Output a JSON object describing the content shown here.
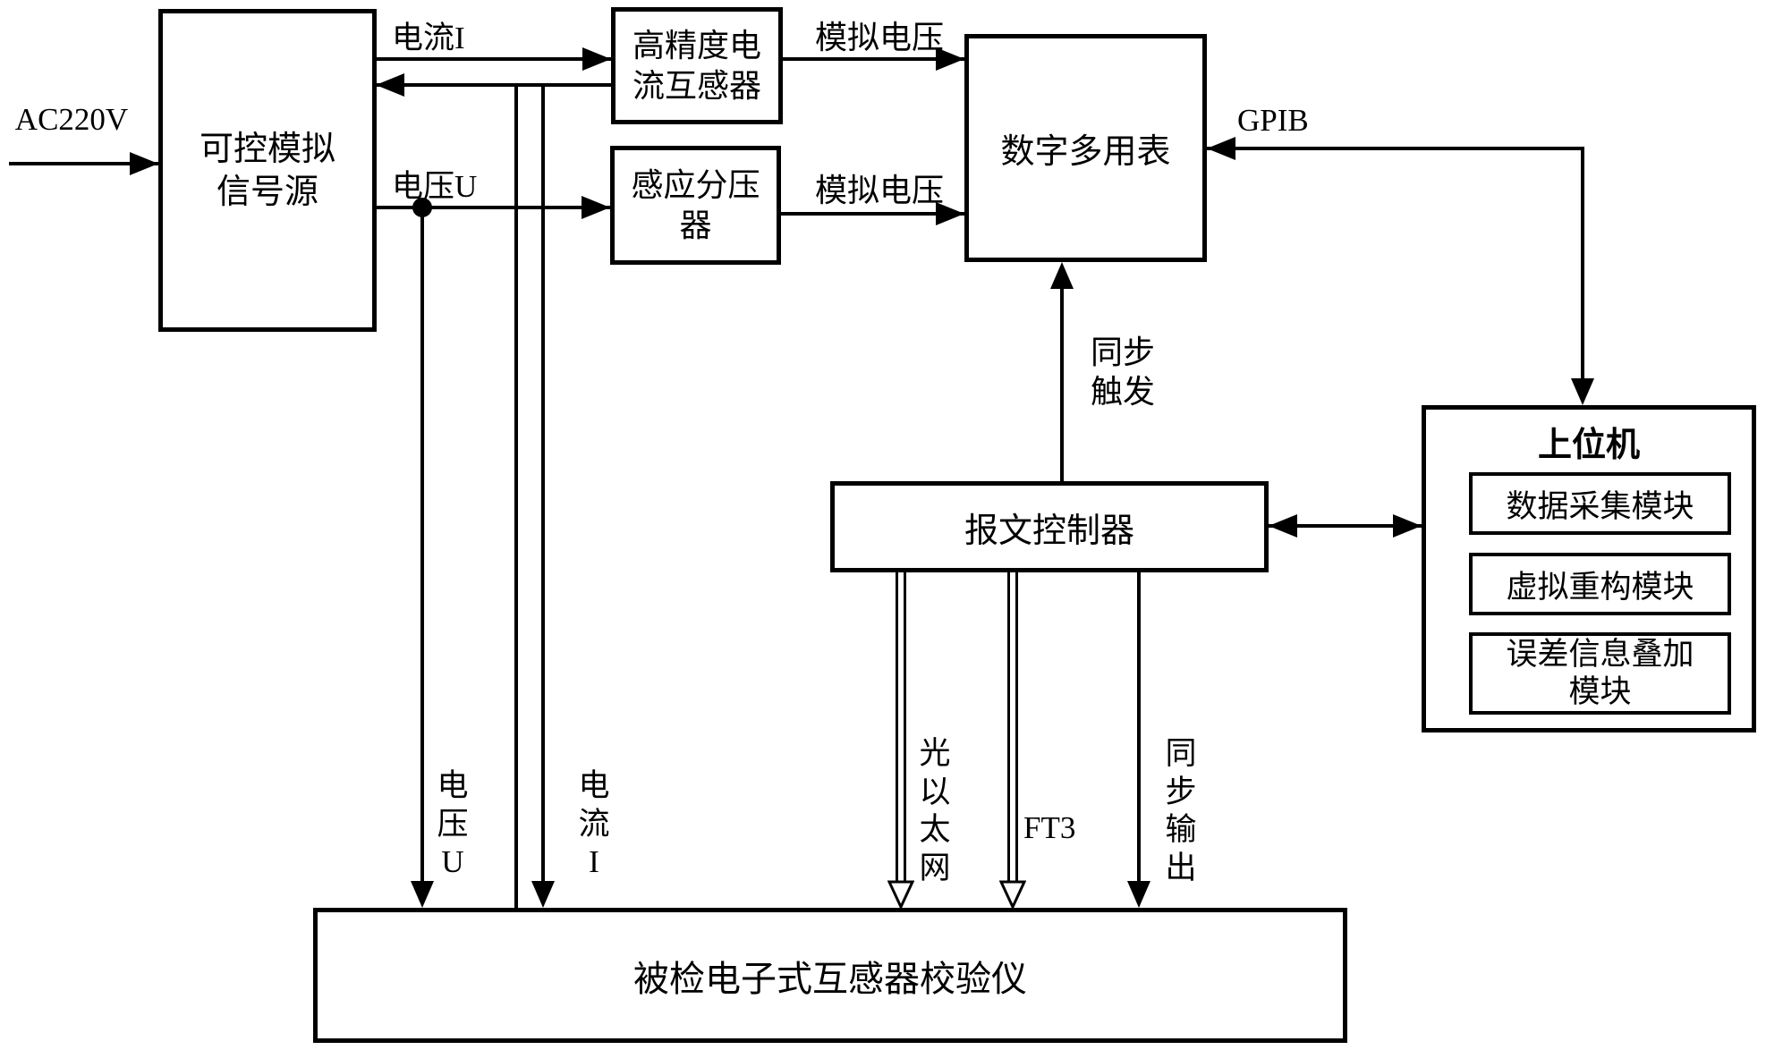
{
  "diagram": {
    "colors": {
      "line": "#000000",
      "background": "#ffffff"
    },
    "boxes": {
      "signal_source": {
        "label": "可控模拟\n信号源"
      },
      "current_transformer": {
        "label": "高精度电\n流互感器"
      },
      "voltage_divider": {
        "label": "感应分压\n器"
      },
      "multimeter": {
        "label": "数字多用表"
      },
      "message_controller": {
        "label": "报文控制器"
      },
      "host": {
        "label": "上位机",
        "modules": [
          {
            "label": "数据采集模块"
          },
          {
            "label": "虚拟重构模块"
          },
          {
            "label": "误差信息叠加\n模块"
          }
        ]
      },
      "dut": {
        "label": "被检电子式互感器校验仪"
      }
    },
    "labels": {
      "ac220v": "AC220V",
      "current_i": "电流I",
      "voltage_u": "电压U",
      "analog_voltage_top": "模拟电压",
      "analog_voltage_bottom": "模拟电压",
      "gpib": "GPIB",
      "sync_trigger": "同步\n触发",
      "voltage_u_down": "电压U",
      "current_i_down": "电流I",
      "optical_ethernet": "光以太网",
      "ft3": "FT3",
      "sync_output": "同步输出"
    }
  }
}
